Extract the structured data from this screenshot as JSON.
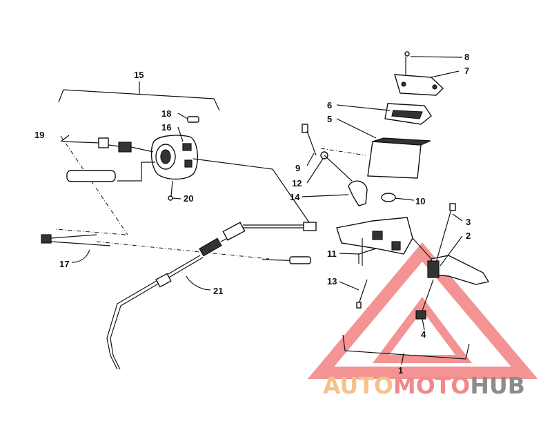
{
  "diagram": {
    "callouts": [
      {
        "id": "1",
        "label": "1"
      },
      {
        "id": "2",
        "label": "2"
      },
      {
        "id": "3",
        "label": "3"
      },
      {
        "id": "4",
        "label": "4"
      },
      {
        "id": "5",
        "label": "5"
      },
      {
        "id": "6",
        "label": "6"
      },
      {
        "id": "7",
        "label": "7"
      },
      {
        "id": "8",
        "label": "8"
      },
      {
        "id": "9",
        "label": "9"
      },
      {
        "id": "10",
        "label": "10"
      },
      {
        "id": "11",
        "label": "11"
      },
      {
        "id": "12",
        "label": "12"
      },
      {
        "id": "13",
        "label": "13"
      },
      {
        "id": "14",
        "label": "14"
      },
      {
        "id": "15",
        "label": "15"
      },
      {
        "id": "16",
        "label": "16"
      },
      {
        "id": "17",
        "label": "17"
      },
      {
        "id": "18",
        "label": "18"
      },
      {
        "id": "19",
        "label": "19"
      },
      {
        "id": "20",
        "label": "20"
      },
      {
        "id": "21",
        "label": "21"
      }
    ]
  },
  "watermark": {
    "part1": "AUTO",
    "part2": "MOTO",
    "part3": "HUB",
    "colors": {
      "auto": "#f5c28a",
      "moto": "#f08a8a",
      "hub": "#8c8c8c",
      "triangle": "#f07070"
    }
  }
}
